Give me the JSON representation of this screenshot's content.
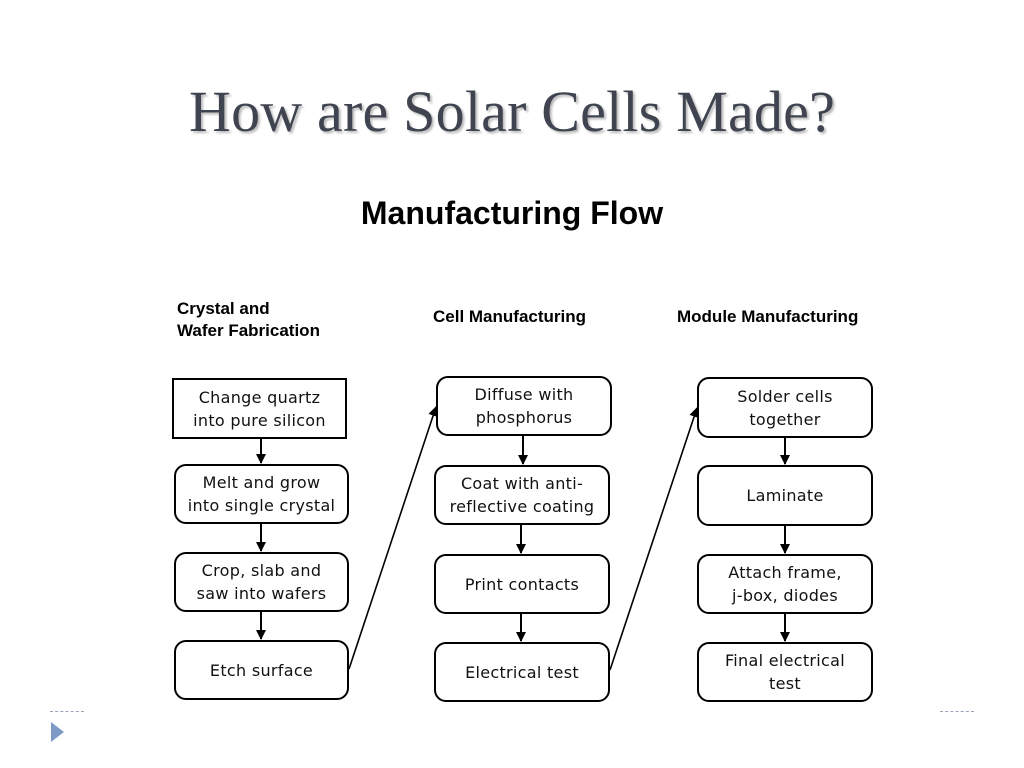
{
  "slide": {
    "title": "How are Solar Cells Made?"
  },
  "diagram": {
    "title": "Manufacturing Flow",
    "columns": [
      {
        "heading": "Crystal and\nWafer Fabrication",
        "steps": [
          "Change quartz\ninto pure silicon",
          "Melt and grow\ninto single crystal",
          "Crop, slab and\nsaw into wafers",
          "Etch surface"
        ]
      },
      {
        "heading": "Cell Manufacturing",
        "steps": [
          "Diffuse with\nphosphorus",
          "Coat with anti-\nreflective coating",
          "Print contacts",
          "Electrical test"
        ]
      },
      {
        "heading": "Module Manufacturing",
        "steps": [
          "Solder cells\ntogether",
          "Laminate",
          "Attach frame,\nj-box, diodes",
          "Final electrical\ntest"
        ]
      }
    ]
  },
  "colors": {
    "title_text": "#3f4450",
    "accent_marker": "#7f9ac4",
    "box_border": "#000000"
  },
  "icons": {
    "footer_marker": "triangle-right-icon"
  }
}
